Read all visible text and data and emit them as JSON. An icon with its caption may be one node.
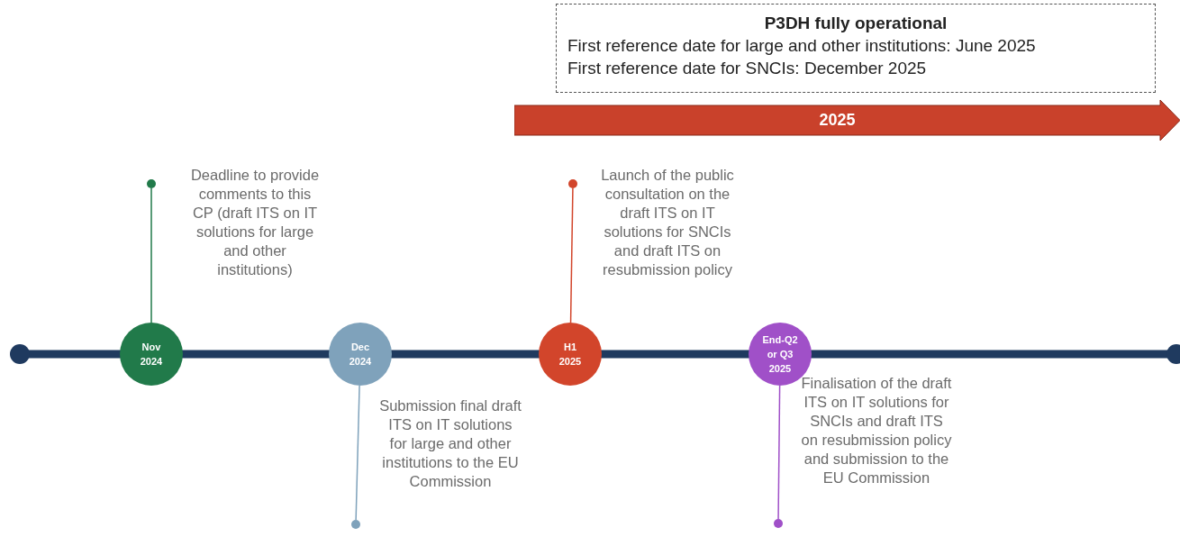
{
  "diagram": {
    "nodes": [
      {
        "text": [
          "P3DH fully operational",
          "First reference date for large and other institutions: June 2025",
          "First reference date for SNCIs: December 2025"
        ]
      },
      {
        "text": [
          "2025"
        ]
      },
      {
        "text": [
          "Nov 2024"
        ],
        "beside": [
          "Deadline to provide comments to this CP (draft ITS on IT solutions for large and other institutions)"
        ]
      },
      {
        "text": [
          "Dec 2024"
        ],
        "beside": [
          "Submission final draft ITS on IT solutions for large and other institutions to the EU Commission"
        ]
      },
      {
        "text": [
          "H1 2025"
        ]
      },
      {
        "text": [
          "End-Q2 or Q3 2025"
        ],
        "beside": [
          "Finalisation of the draft ITS on IT solutions for SNCIs and draft ITS on resubmission policy and submission to the EU Commission"
        ]
      },
      {
        "text": [],
        "shape": "circle"
      },
      {
        "text": [],
        "shape": "circle"
      },
      {
        "text": [],
        "shape": "circle",
        "beside": [
          "Launch of the public consultation on the draft ITS on IT solutions for SNCIs and draft ITS on resubmission policy"
        ]
      },
      {
        "text": [],
        "shape": "circle"
      }
    ],
    "edges": [
      {
        "from": 2,
        "to": 6,
        "arrow": "none",
        "color": "#217a4a"
      },
      {
        "from": 3,
        "to": 7,
        "arrow": "none",
        "color": "#7fa2bb"
      },
      {
        "from": 4,
        "to": 8,
        "arrow": "none",
        "color": "#d2452b"
      },
      {
        "from": 5,
        "to": 9,
        "arrow": "none",
        "color": "#a050c8"
      }
    ]
  }
}
